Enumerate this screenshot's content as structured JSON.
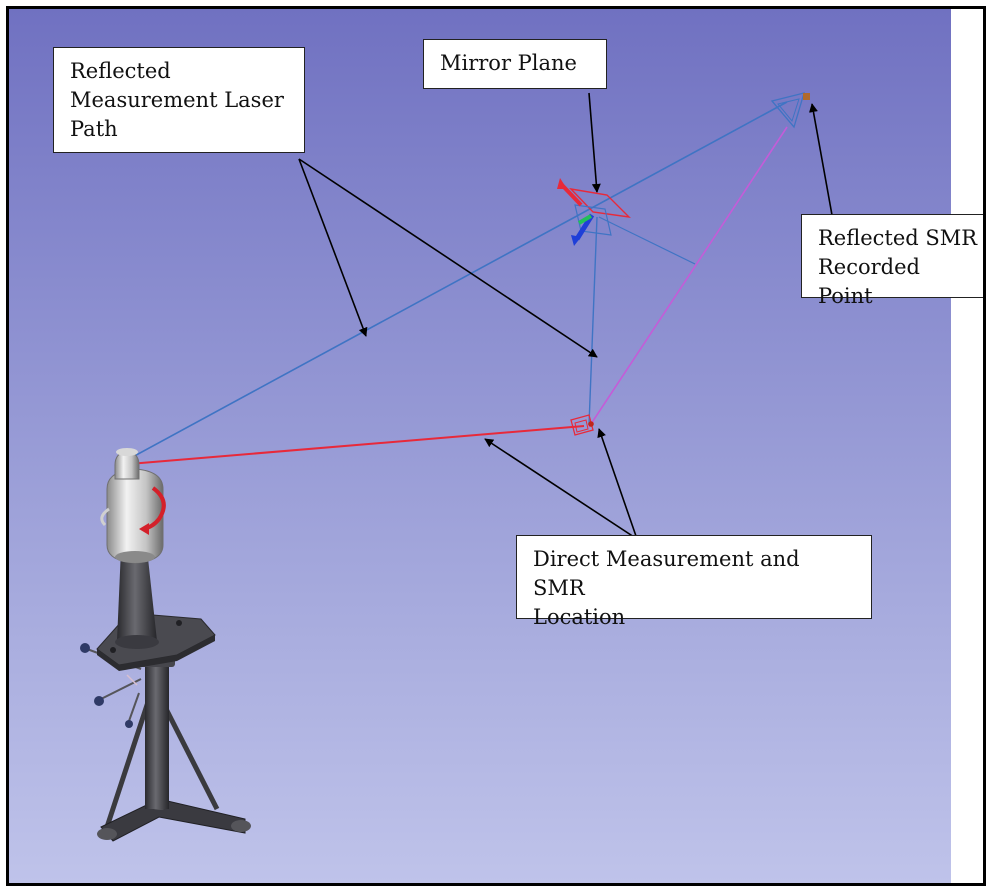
{
  "callouts": {
    "reflected_path": "Reflected\nMeasurement Laser\nPath",
    "mirror_plane": "Mirror Plane",
    "reflected_smr": "Reflected SMR\nRecorded Point",
    "direct_measurement": "Direct Measurement and SMR\nLocation"
  },
  "colors": {
    "background_top": "#7071c1",
    "background_bottom": "#bfc3ea",
    "direct_laser": "#e8293a",
    "reflected_laser": "#3f74c4",
    "virtual_path": "#c45cd8",
    "arrow": "#000000"
  },
  "icons": [
    "laser-tracker-icon",
    "mirror-plane-icon",
    "smr-target-icon",
    "reflected-smr-icon"
  ]
}
